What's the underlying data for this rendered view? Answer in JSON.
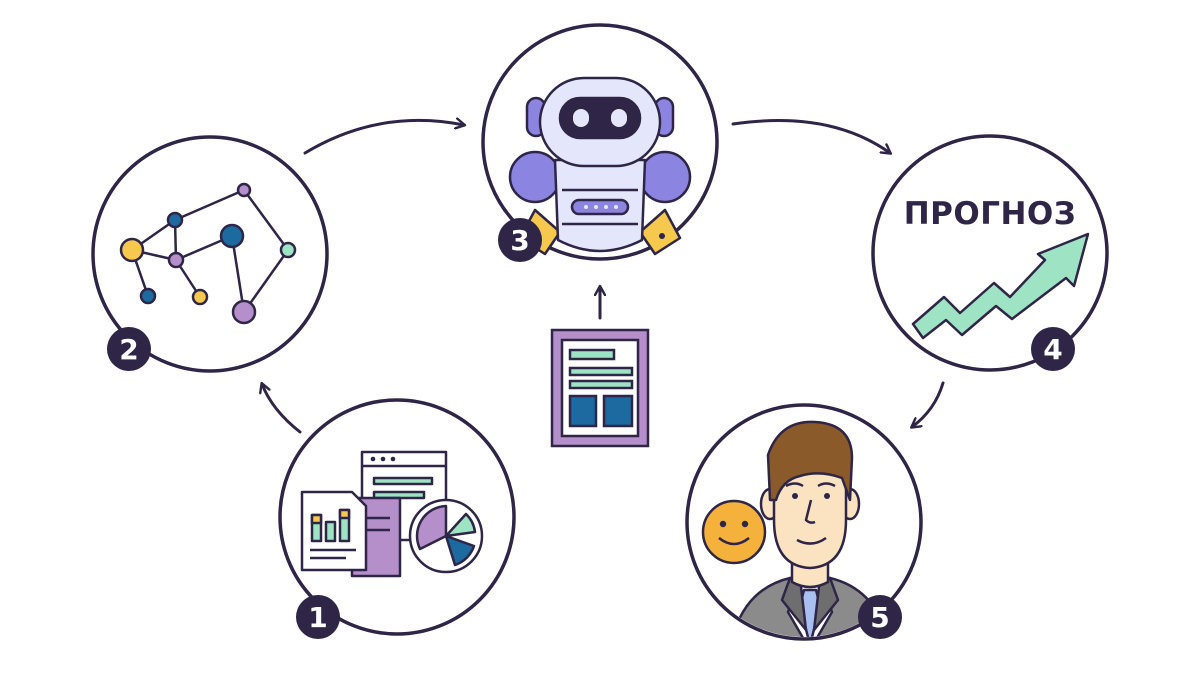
{
  "colors": {
    "outline": "#2e2547",
    "purple": "#b58fc9",
    "mint": "#9ee4c4",
    "yellow": "#f6c94e",
    "blue": "#1c6aa0",
    "robot_body": "#e4e6fb",
    "robot_accent": "#8b84e0",
    "skin": "#fbe3c1",
    "hair": "#8a5a2b",
    "suit": "#8b8b8b",
    "tie": "#a8bff0",
    "smiley": "#f4b23c"
  },
  "steps": [
    {
      "number": "1",
      "icon": "data-documents-icon"
    },
    {
      "number": "2",
      "icon": "network-graph-icon"
    },
    {
      "number": "3",
      "icon": "robot-icon"
    },
    {
      "number": "4",
      "icon": "growth-chart-icon",
      "label": "ПРОГНОЗ"
    },
    {
      "number": "5",
      "icon": "man-avatar-icon"
    }
  ],
  "input_document": {
    "icon": "document-icon"
  },
  "smiley": {
    "icon": "smiley-icon"
  }
}
